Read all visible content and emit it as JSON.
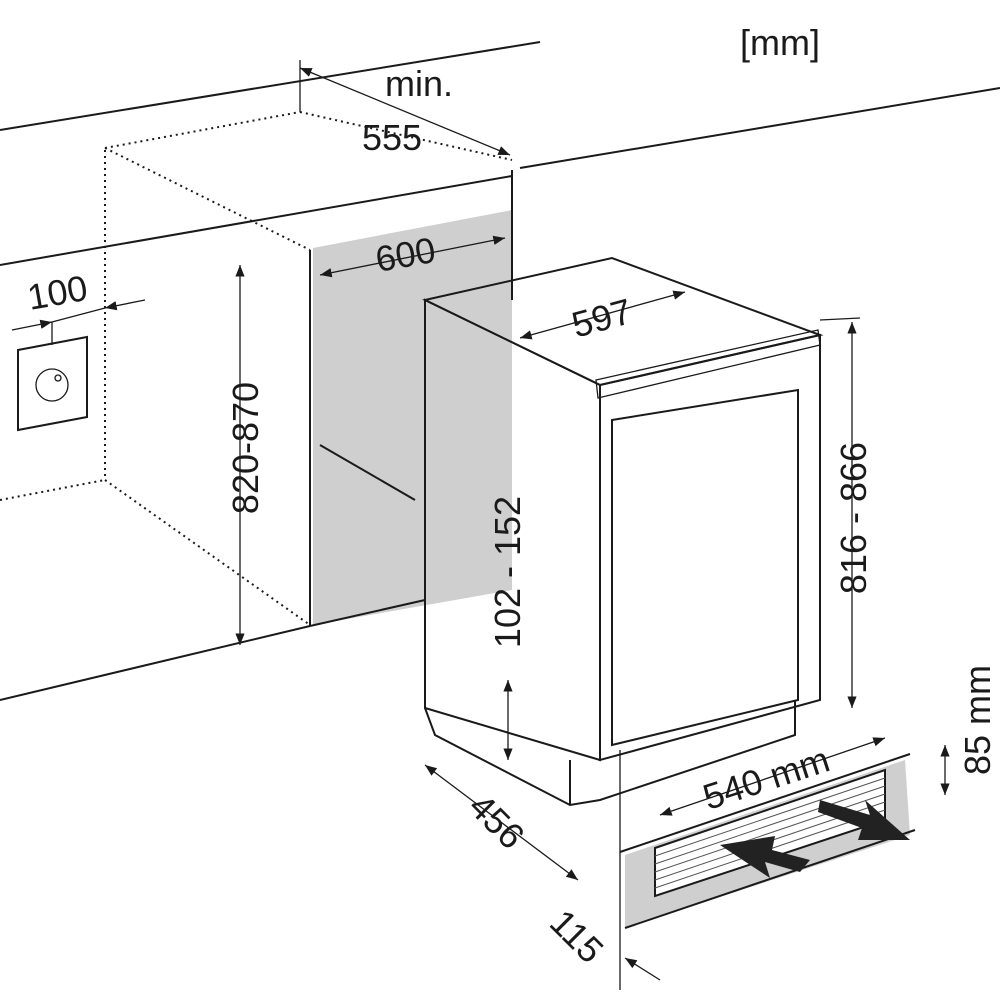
{
  "unit_label": "[mm]",
  "dimensions": {
    "min_label": "min.",
    "niche_depth": "555",
    "niche_width": "600",
    "socket_offset": "100",
    "niche_height": "820-870",
    "appliance_width": "597",
    "appliance_height": "816 - 866",
    "foot_height": "102 - 152",
    "appliance_depth": "456",
    "plinth_setback": "115",
    "vent_width": "540 mm",
    "vent_height": "85 mm"
  },
  "colors": {
    "panel": "#cfcfcf",
    "line": "#1a1a1a"
  }
}
